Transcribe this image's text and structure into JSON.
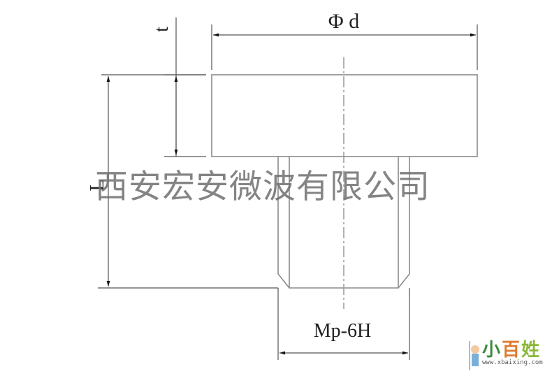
{
  "labels": {
    "diameter": "Φ d",
    "thickness": "t",
    "length": "L",
    "thread": "Mp-6H"
  },
  "watermark": "西安宏安微波有限公司",
  "logo": {
    "chars": [
      "小",
      "百",
      "姓"
    ],
    "url": "www.xbaixing.com",
    "colors": [
      "#3a8a3a",
      "#e07a30",
      "#8ab83a"
    ]
  }
}
